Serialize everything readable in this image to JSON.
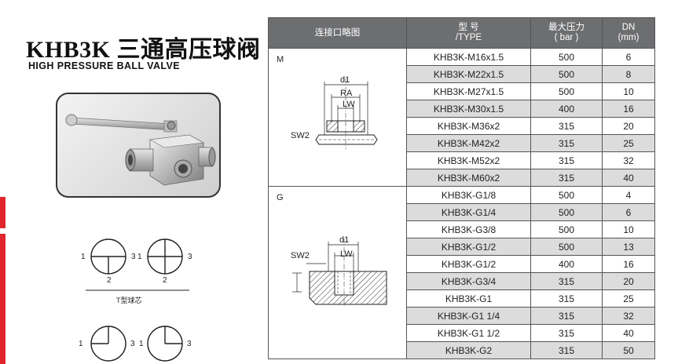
{
  "header": {
    "title": "KHB3K 三通高压球阀",
    "subtitle": "HIGH PRESSURE BALL VALVE"
  },
  "diagrams": {
    "t_type_caption": "T型球芯",
    "port_1": "1",
    "port_2": "2",
    "port_3": "3",
    "m_labels": {
      "d1": "d1",
      "ra": "RA",
      "lw": "LW",
      "sw2": "SW2"
    },
    "g_labels": {
      "d1": "d1",
      "lw": "LW",
      "sw2": "SW2"
    }
  },
  "table": {
    "headers": {
      "connection": "连接口略图",
      "type_line1": "型 号",
      "type_line2": "/TYPE",
      "pressure_line1": "最大压力",
      "pressure_line2": "( bar )",
      "dn_line1": "DN",
      "dn_line2": "(mm)"
    },
    "groups": [
      {
        "label": "M",
        "rows": [
          {
            "type": "KHB3K-M16x1.5",
            "pressure": "500",
            "dn": "6"
          },
          {
            "type": "KHB3K-M22x1.5",
            "pressure": "500",
            "dn": "8"
          },
          {
            "type": "KHB3K-M27x1.5",
            "pressure": "500",
            "dn": "10"
          },
          {
            "type": "KHB3K-M30x1.5",
            "pressure": "400",
            "dn": "16"
          },
          {
            "type": "KHB3K-M36x2",
            "pressure": "315",
            "dn": "20"
          },
          {
            "type": "KHB3K-M42x2",
            "pressure": "315",
            "dn": "25"
          },
          {
            "type": "KHB3K-M52x2",
            "pressure": "315",
            "dn": "32"
          },
          {
            "type": "KHB3K-M60x2",
            "pressure": "315",
            "dn": "40"
          }
        ]
      },
      {
        "label": "G",
        "rows": [
          {
            "type": "KHB3K-G1/8",
            "pressure": "500",
            "dn": "4"
          },
          {
            "type": "KHB3K-G1/4",
            "pressure": "500",
            "dn": "6"
          },
          {
            "type": "KHB3K-G3/8",
            "pressure": "500",
            "dn": "10"
          },
          {
            "type": "KHB3K-G1/2",
            "pressure": "500",
            "dn": "13"
          },
          {
            "type": "KHB3K-G1/2",
            "pressure": "400",
            "dn": "16"
          },
          {
            "type": "KHB3K-G3/4",
            "pressure": "315",
            "dn": "20"
          },
          {
            "type": "KHB3K-G1",
            "pressure": "315",
            "dn": "25"
          },
          {
            "type": "KHB3K-G1 1/4",
            "pressure": "315",
            "dn": "32"
          },
          {
            "type": "KHB3K-G1 1/2",
            "pressure": "315",
            "dn": "40"
          },
          {
            "type": "KHB3K-G2",
            "pressure": "315",
            "dn": "50"
          }
        ]
      }
    ]
  }
}
